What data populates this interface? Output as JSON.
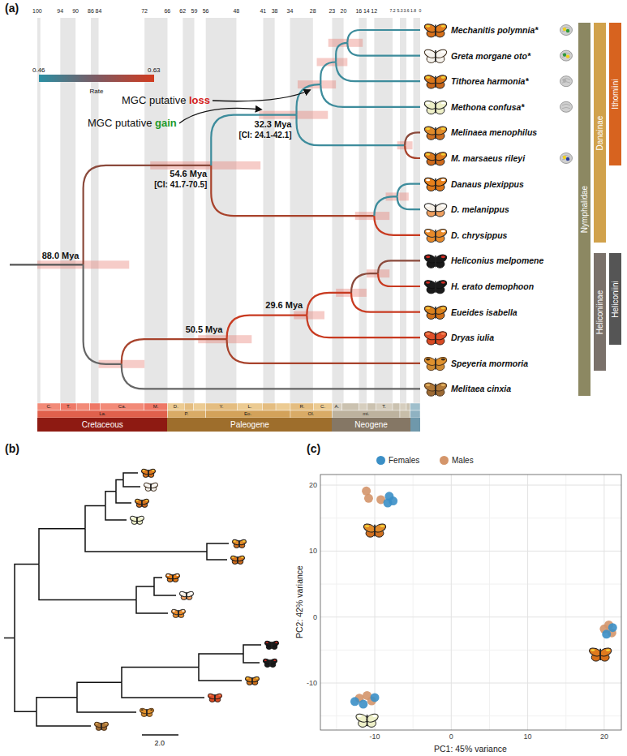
{
  "diagram": {
    "nodes": [
      {
        "text": [
          "Nymphalidae"
        ]
      },
      {
        "text": [
          "Danainae"
        ]
      },
      {
        "text": [
          "Ithomiini"
        ]
      },
      {
        "text": [
          "Heliconiinae"
        ]
      },
      {
        "text": [
          "Heliconiini"
        ]
      },
      {
        "text": [
          "Cretaceous"
        ]
      },
      {
        "text": [
          "Paleogene"
        ]
      },
      {
        "text": [
          "Neogene"
        ]
      }
    ],
    "labels": [
      "(a)",
      "100",
      "94",
      "90",
      "86",
      "84",
      "72",
      "66",
      "62",
      "59",
      "56",
      "48",
      "41",
      "38",
      "34",
      "28",
      "23",
      "20",
      "16",
      "14",
      "12",
      "7.2",
      "5.3",
      "3.6",
      "1.8",
      "0",
      "0.46",
      "0.63",
      "Rate",
      "MGC putative",
      "gain",
      "MGC putative",
      "loss",
      "88.0 Mya",
      "54.6 Mya",
      "[CI: 41.7-70.5]",
      "32.3 Mya",
      "[CI: 24.1-42.1]",
      "50.5 Mya",
      "29.6 Mya",
      "Mechanitis polymnia*",
      "Greta morgane oto*",
      "Tithorea harmonia*",
      "Methona confusa*",
      "Melinaea menophilus",
      "M. marsaeus rileyi",
      "Danaus plexippus",
      "D. melanippus",
      "D. chrysippus",
      "Heliconius melpomene",
      "H. erato demophoon",
      "Eueides isabella",
      "Dryas iulia",
      "Speyeria mormoria",
      "Melitaea cinxia",
      "C.",
      "T.",
      "Ca.",
      "M.",
      "La.",
      "D.",
      "Y.",
      "L.",
      "R.",
      "C.",
      "P.",
      "Eo.",
      "Ol.",
      "A.",
      "T.",
      "mi.",
      "(b)",
      "2.0",
      "(c)",
      "PC1: 45% variance",
      "PC2: 42% variance",
      "-10",
      "0",
      "10",
      "20",
      "20",
      "10",
      "0",
      "-10"
    ],
    "legend": [
      {
        "text": "Females",
        "color": "#3b8fc6"
      },
      {
        "text": "Males",
        "color": "#d4956a"
      }
    ]
  }
}
